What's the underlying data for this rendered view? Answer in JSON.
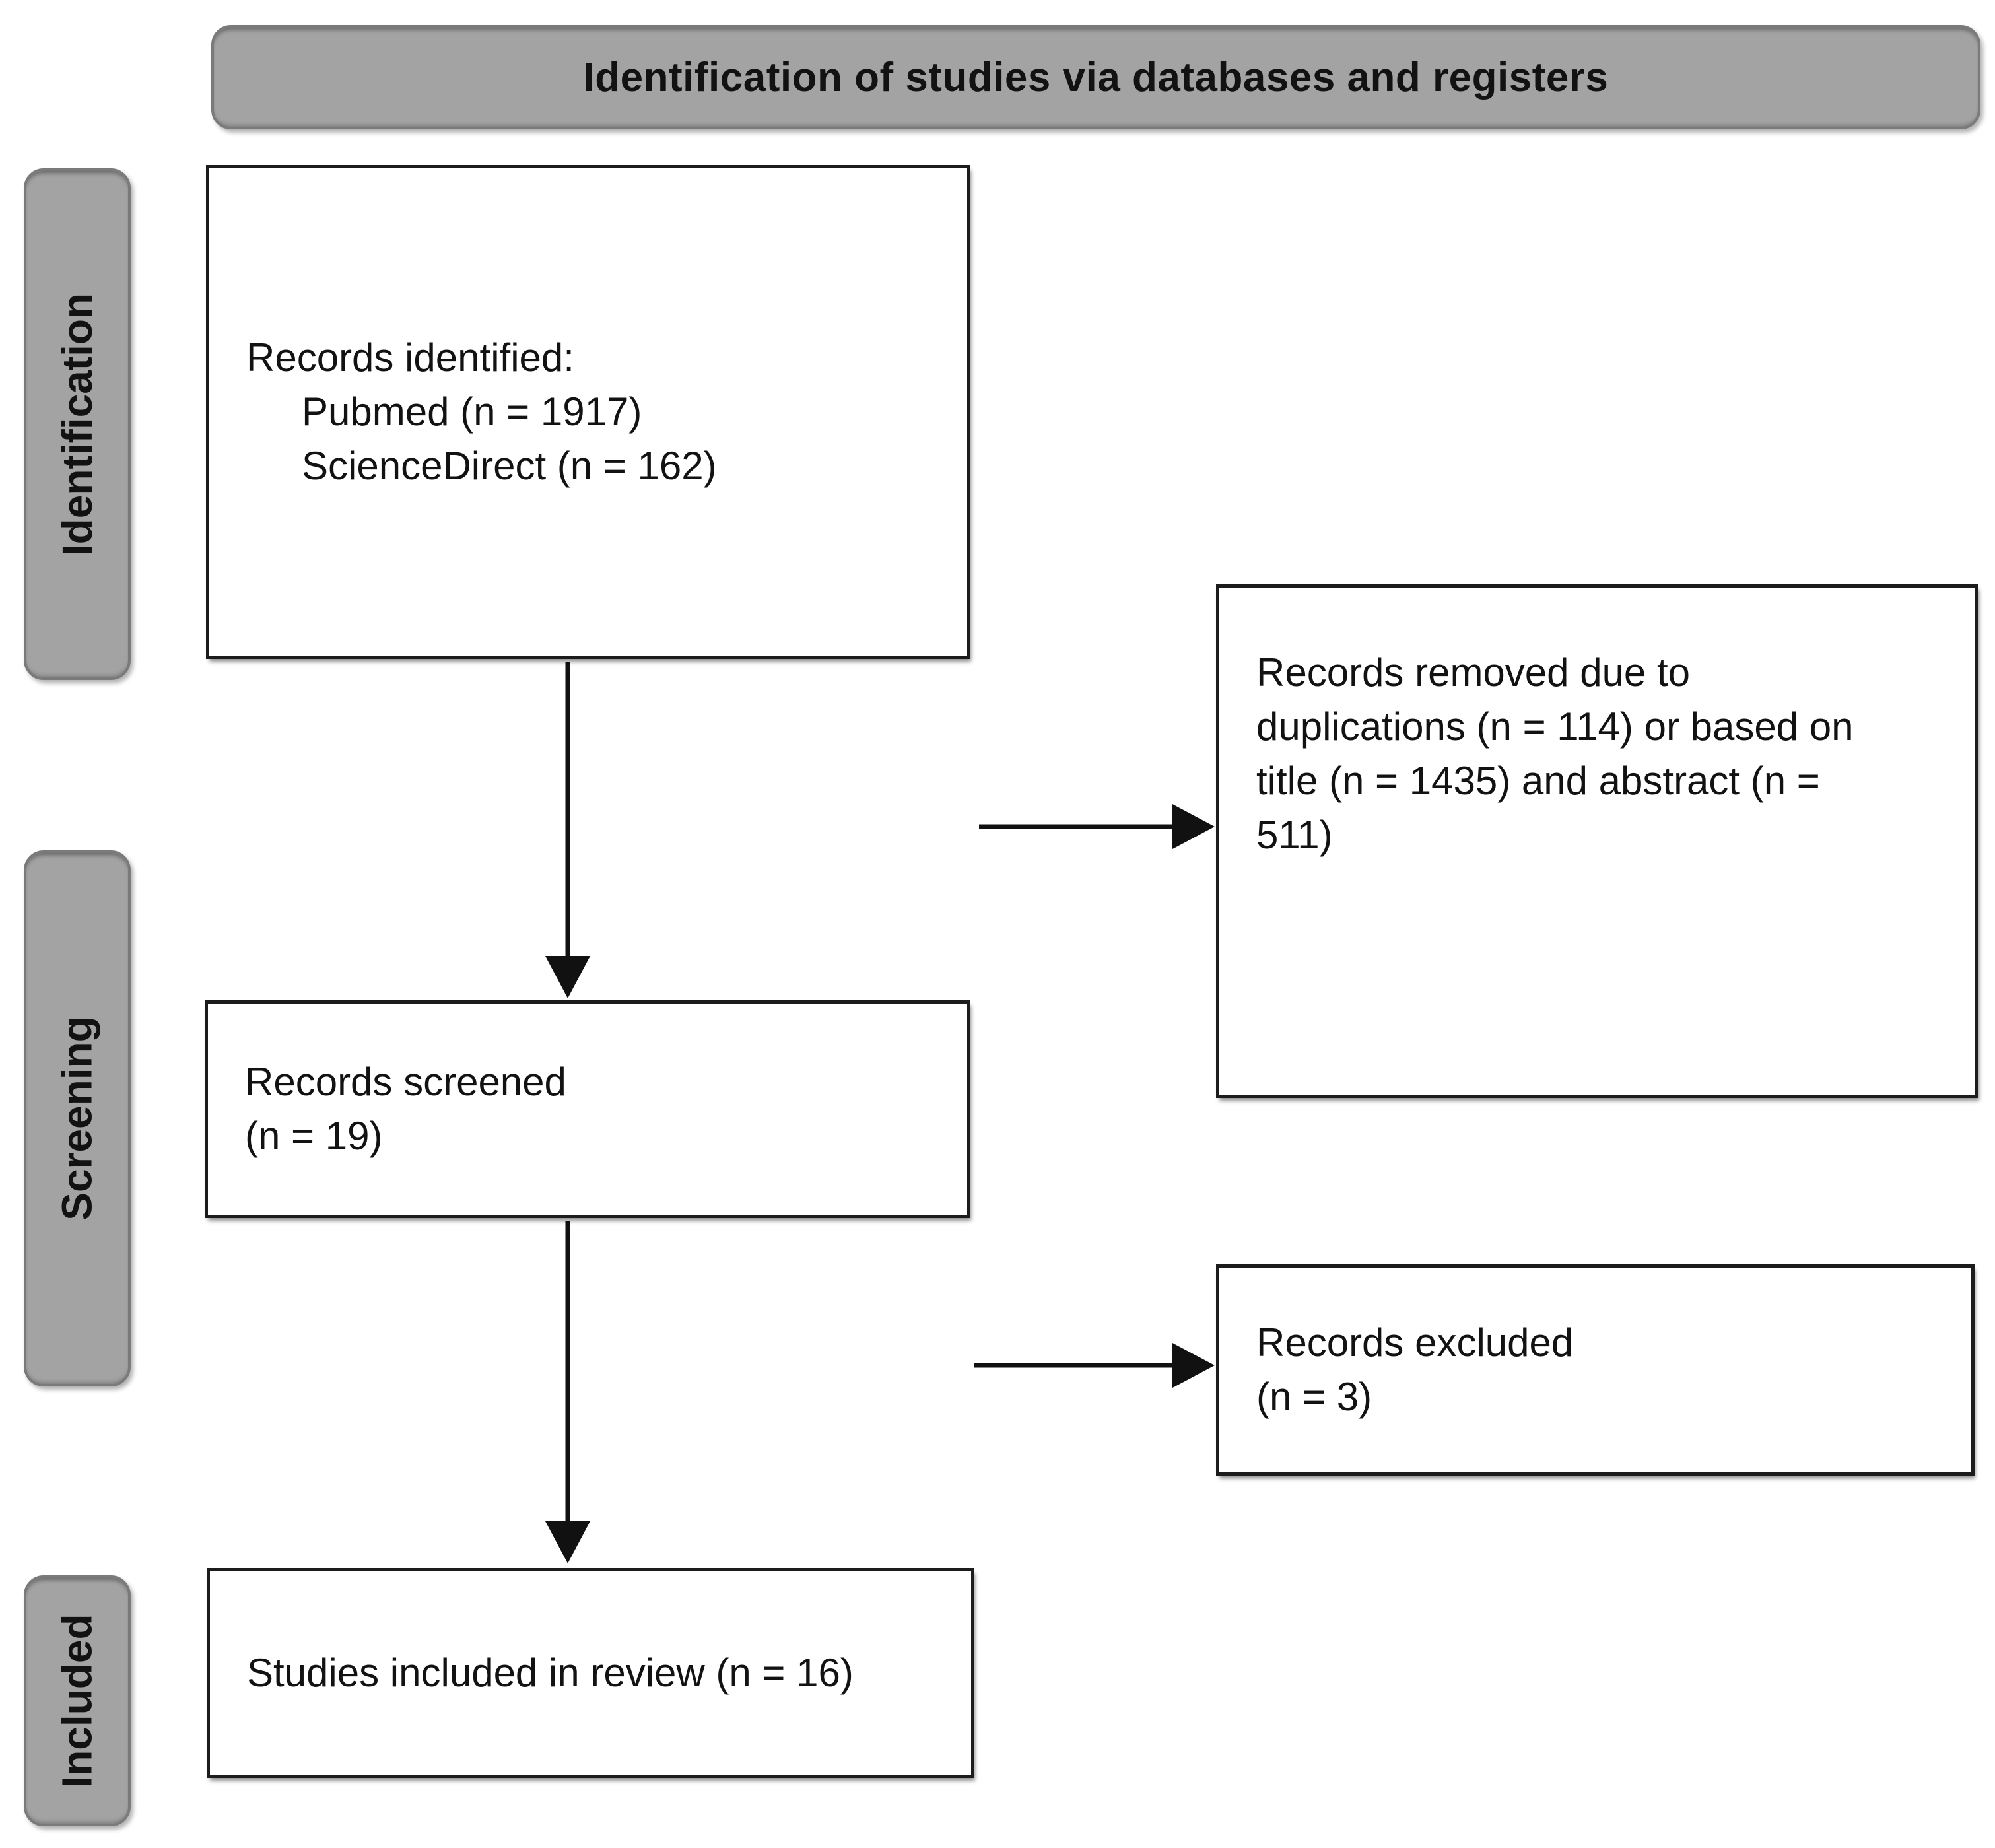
{
  "header": {
    "title": "Identification of studies via databases and registers"
  },
  "stages": {
    "identification": "Identification",
    "screening": "Screening",
    "included": "Included"
  },
  "boxes": {
    "records_identified": {
      "heading": "Records identified:",
      "sources": [
        "Pubmed (n = 1917)",
        "ScienceDirect (n = 162)"
      ]
    },
    "records_removed": {
      "text": "Records removed due to duplications (n = 114) or based on title (n = 1435) and abstract (n = 511)"
    },
    "records_screened": {
      "line1": "Records screened",
      "line2": "(n = 19)"
    },
    "records_excluded": {
      "line1": "Records excluded",
      "line2": "(n = 3)"
    },
    "studies_included": {
      "text": "Studies included in review (n = 16)"
    }
  },
  "colors": {
    "background": "#ffffff",
    "stage_fill": "#a3a3a3",
    "stage_border": "#7a7a7a",
    "box_border": "#1c1c1c",
    "text": "#121212",
    "arrow": "#111111"
  }
}
